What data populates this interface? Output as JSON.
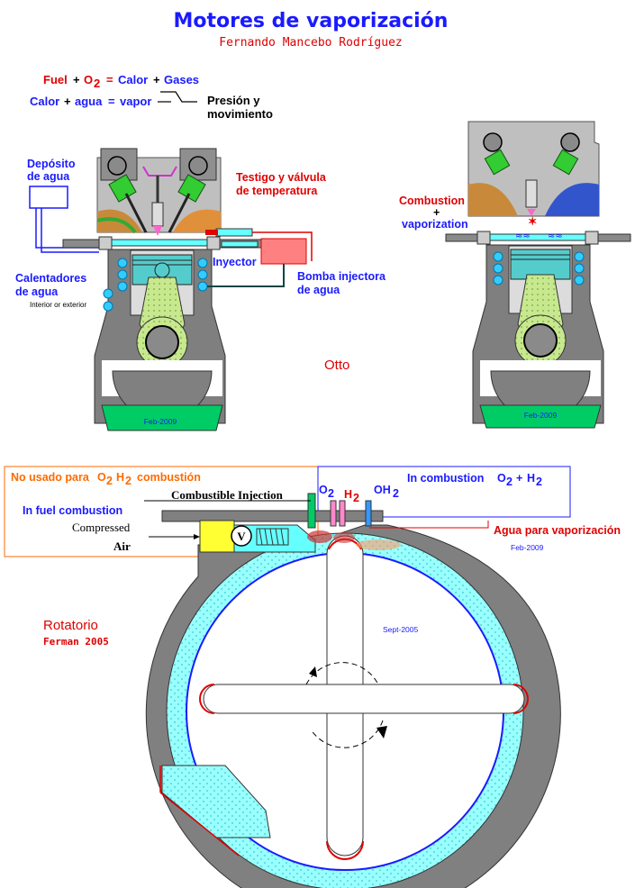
{
  "header": {
    "title": "Motores de vaporización",
    "author": "Fernando Mancebo Rodríguez"
  },
  "equations": {
    "eq1": {
      "fuel": "Fuel",
      "plus1": "+",
      "o2": "O",
      "o2_sub": "2",
      "eq": "=",
      "calor": "Calor",
      "plus2": "+",
      "gases": "Gases"
    },
    "eq2": {
      "calor": "Calor",
      "plus": "+",
      "agua": "agua",
      "eq": "=",
      "vapor": "vapor"
    },
    "result_line1": "Presión y",
    "result_line2": "movimiento"
  },
  "otto_left": {
    "deposito_line1": "Depósito",
    "deposito_line2": "de agua",
    "testigo_line1": "Testigo y válvula",
    "testigo_line2": "de temperatura",
    "injector": "Inyector",
    "bomba_line1": "Bomba injectora",
    "bomba_line2": "de agua",
    "calentadores_line1": "Calentadores",
    "calentadores_line2": "de agua",
    "interior_exterior": "Interior or exterior",
    "date": "Feb-2009"
  },
  "otto_right": {
    "combustion": "Combustion",
    "plus": "+",
    "vaporization": "vaporization",
    "date": "Feb-2009"
  },
  "otto_label": "Otto",
  "rotary": {
    "no_usado_prefix": "No usado para",
    "no_usado_o": "O",
    "no_usado_o_sub": "2",
    "no_usado_h": "H",
    "no_usado_h_sub": "2",
    "no_usado_suffix": "combustión",
    "in_combustion_prefix": "In combustion",
    "in_combustion_o": "O",
    "in_combustion_o_sub": "2",
    "in_combustion_plus": "+",
    "in_combustion_h": "H",
    "in_combustion_h_sub": "2",
    "combustible_injection": "Combustible Injection",
    "in_fuel_combustion": "In fuel combustion",
    "compressed": "Compressed",
    "air": "Air",
    "valve": "V",
    "o2_label": "O",
    "o2_sub": "2",
    "h2_label": "H",
    "h2_sub": "2",
    "oh2_label": "OH",
    "oh2_sub": "2",
    "agua_vaporizacion": "Agua para vaporización",
    "date_feb": "Feb-2009",
    "date_sept": "Sept-2005",
    "rotatorio": "Rotatorio",
    "ferman": "Ferman 2005"
  },
  "colors": {
    "title_blue": "#1a1aff",
    "red": "#e00000",
    "orange": "#ff6a00",
    "cyan": "#66ffff",
    "green": "#00cc66",
    "grey": "#808080"
  }
}
